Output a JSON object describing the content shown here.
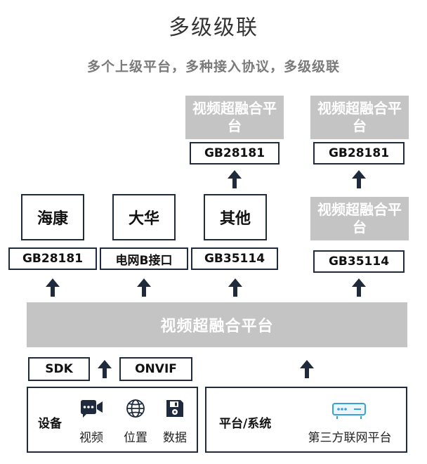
{
  "title": "多级级联",
  "subtitle": "多个上级平台，多种接入协议，多级级联",
  "upper_platforms": [
    {
      "label": "视频超融合平台",
      "protocol": "GB28181"
    },
    {
      "label": "视频超融合平台",
      "protocol": "GB28181"
    }
  ],
  "middle_platform": {
    "label": "视频超融合平台"
  },
  "vendors": [
    {
      "label": "海康",
      "protocol": "GB28181"
    },
    {
      "label": "大华",
      "protocol": "电网B接口"
    },
    {
      "label": "其他",
      "protocol": "GB35114"
    }
  ],
  "right_column_protocol": "GB35114",
  "central_platform": {
    "label": "视频超融合平台"
  },
  "access_protocols": [
    "SDK",
    "ONVIF"
  ],
  "devices": {
    "label": "设备",
    "items": [
      {
        "icon": "video-camera-icon",
        "label": "视频"
      },
      {
        "icon": "globe-icon",
        "label": "位置"
      },
      {
        "icon": "disk-icon",
        "label": "数据"
      }
    ]
  },
  "systems": {
    "label": "平台/系统",
    "item": {
      "icon": "server-icon",
      "label": "第三方联网平台"
    }
  },
  "colors": {
    "gray_box": "#c4c4c4",
    "border": "#1f2a3c",
    "arrow": "#1f2a3c",
    "accent": "#3aa0d8"
  }
}
